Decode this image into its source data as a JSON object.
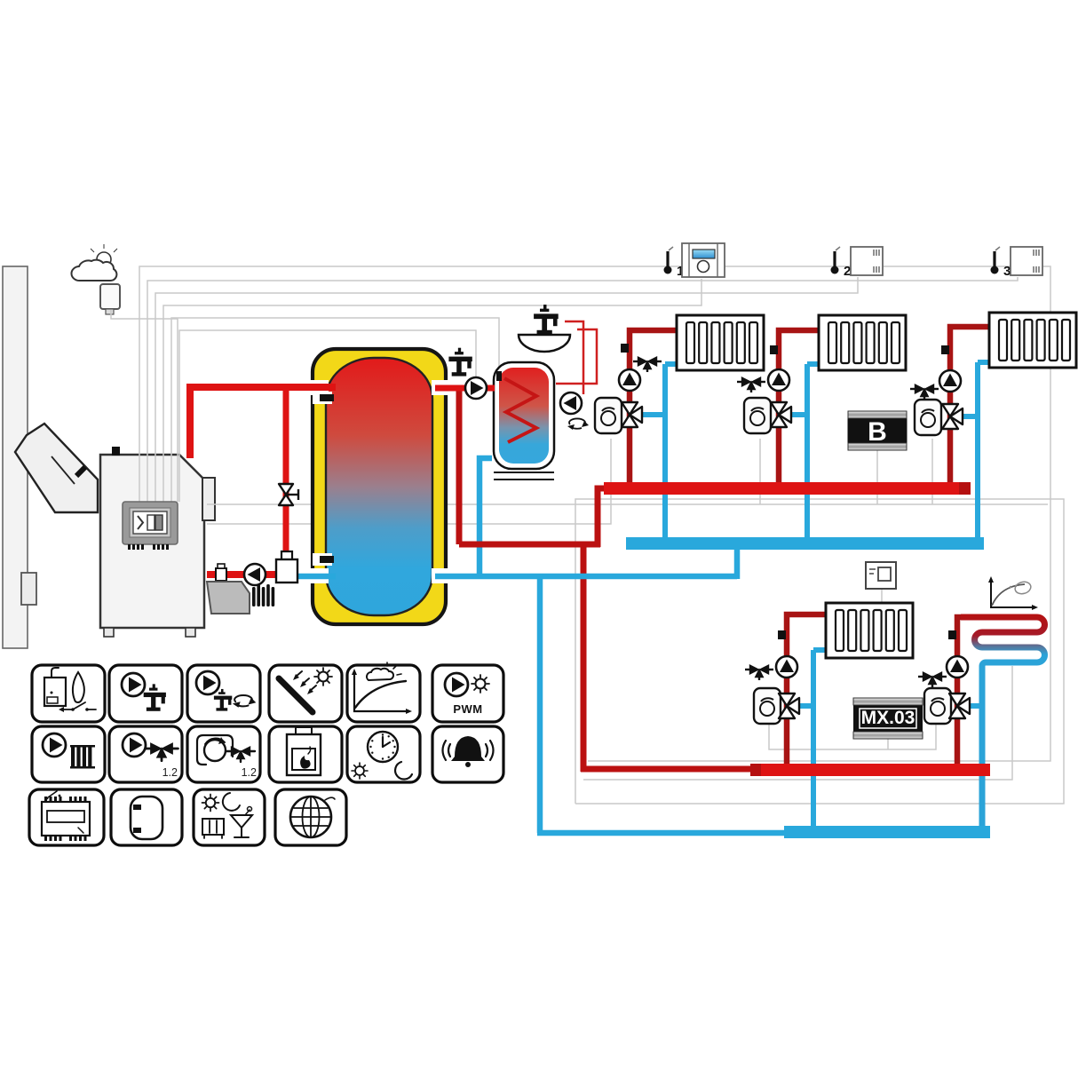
{
  "diagram": {
    "kind": "heating-system-hydraulic-schematic",
    "colors": {
      "supply_pipe": "#de1313",
      "supply_pipe_dark": "#a81414",
      "return_pipe": "#29a8dc",
      "buffer_shell": "#f2d818",
      "hot_water": "#e21a1a",
      "cold_water": "#2fa6dc",
      "wire": "#c9c9c9"
    },
    "room_sensors": [
      {
        "label": "1"
      },
      {
        "label": "2"
      },
      {
        "label": "3"
      }
    ],
    "controllers": {
      "extension_module": "B",
      "mixer_module": "MX.03"
    },
    "legend_labels": {
      "pwm": "PWM",
      "mixer_circuits_a": "1.2",
      "mixer_circuits_b": "1.2"
    },
    "legend_items": [
      {
        "name": "boiler-burner-control"
      },
      {
        "name": "dhw-charging-pump"
      },
      {
        "name": "dhw-circulation-pump"
      },
      {
        "name": "solar-collector"
      },
      {
        "name": "weather-compensation-curve"
      },
      {
        "name": "pwm-solar-pump"
      },
      {
        "name": "heating-circuit-pump"
      },
      {
        "name": "circuit-pump-mixing-valve"
      },
      {
        "name": "mixing-valve-actuator"
      },
      {
        "name": "solid-fuel-boiler"
      },
      {
        "name": "time-program-day-night"
      },
      {
        "name": "alarm-output"
      },
      {
        "name": "switching-module-terminals"
      },
      {
        "name": "buffer-tank-sensor"
      },
      {
        "name": "party-holiday-mode"
      },
      {
        "name": "internet-connection"
      }
    ]
  }
}
